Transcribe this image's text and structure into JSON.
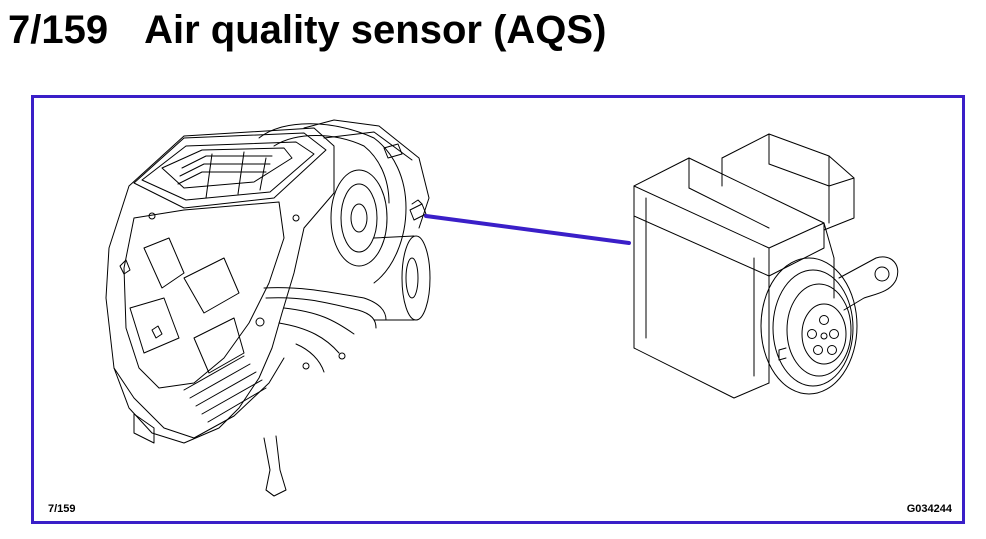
{
  "heading": {
    "figure_number": "7/159",
    "title": "Air quality sensor (AQS)"
  },
  "figure": {
    "figure_label": "7/159",
    "drawing_code": "G034244",
    "leader_color": "#3a1fc8",
    "frame_color": "#3a1fc8"
  }
}
